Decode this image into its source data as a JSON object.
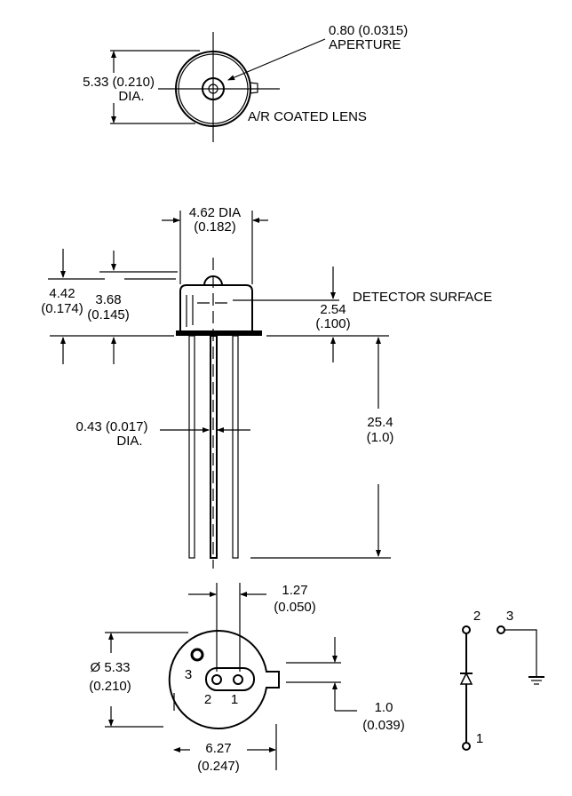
{
  "top_view": {
    "diameter": "5.33 (0.210)",
    "diameter_suffix": "DIA.",
    "aperture_value": "0.80 (0.0315)",
    "aperture_label": "APERTURE",
    "lens_label": "A/R COATED LENS"
  },
  "side_view": {
    "cap_diameter": "4.62 DIA",
    "cap_diameter_in": "(0.182)",
    "overall_height": "4.42",
    "overall_height_in": "(0.174)",
    "cap_height": "3.68",
    "cap_height_in": "(0.145)",
    "detector_label": "DETECTOR SURFACE",
    "detector_depth": "2.54",
    "detector_depth_in": "(.100)",
    "lead_diameter": "0.43 (0.017)",
    "lead_diameter_suffix": "DIA.",
    "lead_length": "25.4",
    "lead_length_in": "(1.0)"
  },
  "bottom_view": {
    "pin_spacing": "1.27",
    "pin_spacing_in": "(0.050)",
    "diameter": "Ø 5.33",
    "diameter_in": "(0.210)",
    "tab_width": "1.0",
    "tab_width_in": "(0.039)",
    "overall_width": "6.27",
    "overall_width_in": "(0.247)",
    "pin_labels": [
      "3",
      "2",
      "1"
    ]
  },
  "schematic": {
    "pin_labels": [
      "2",
      "3",
      "1"
    ]
  }
}
